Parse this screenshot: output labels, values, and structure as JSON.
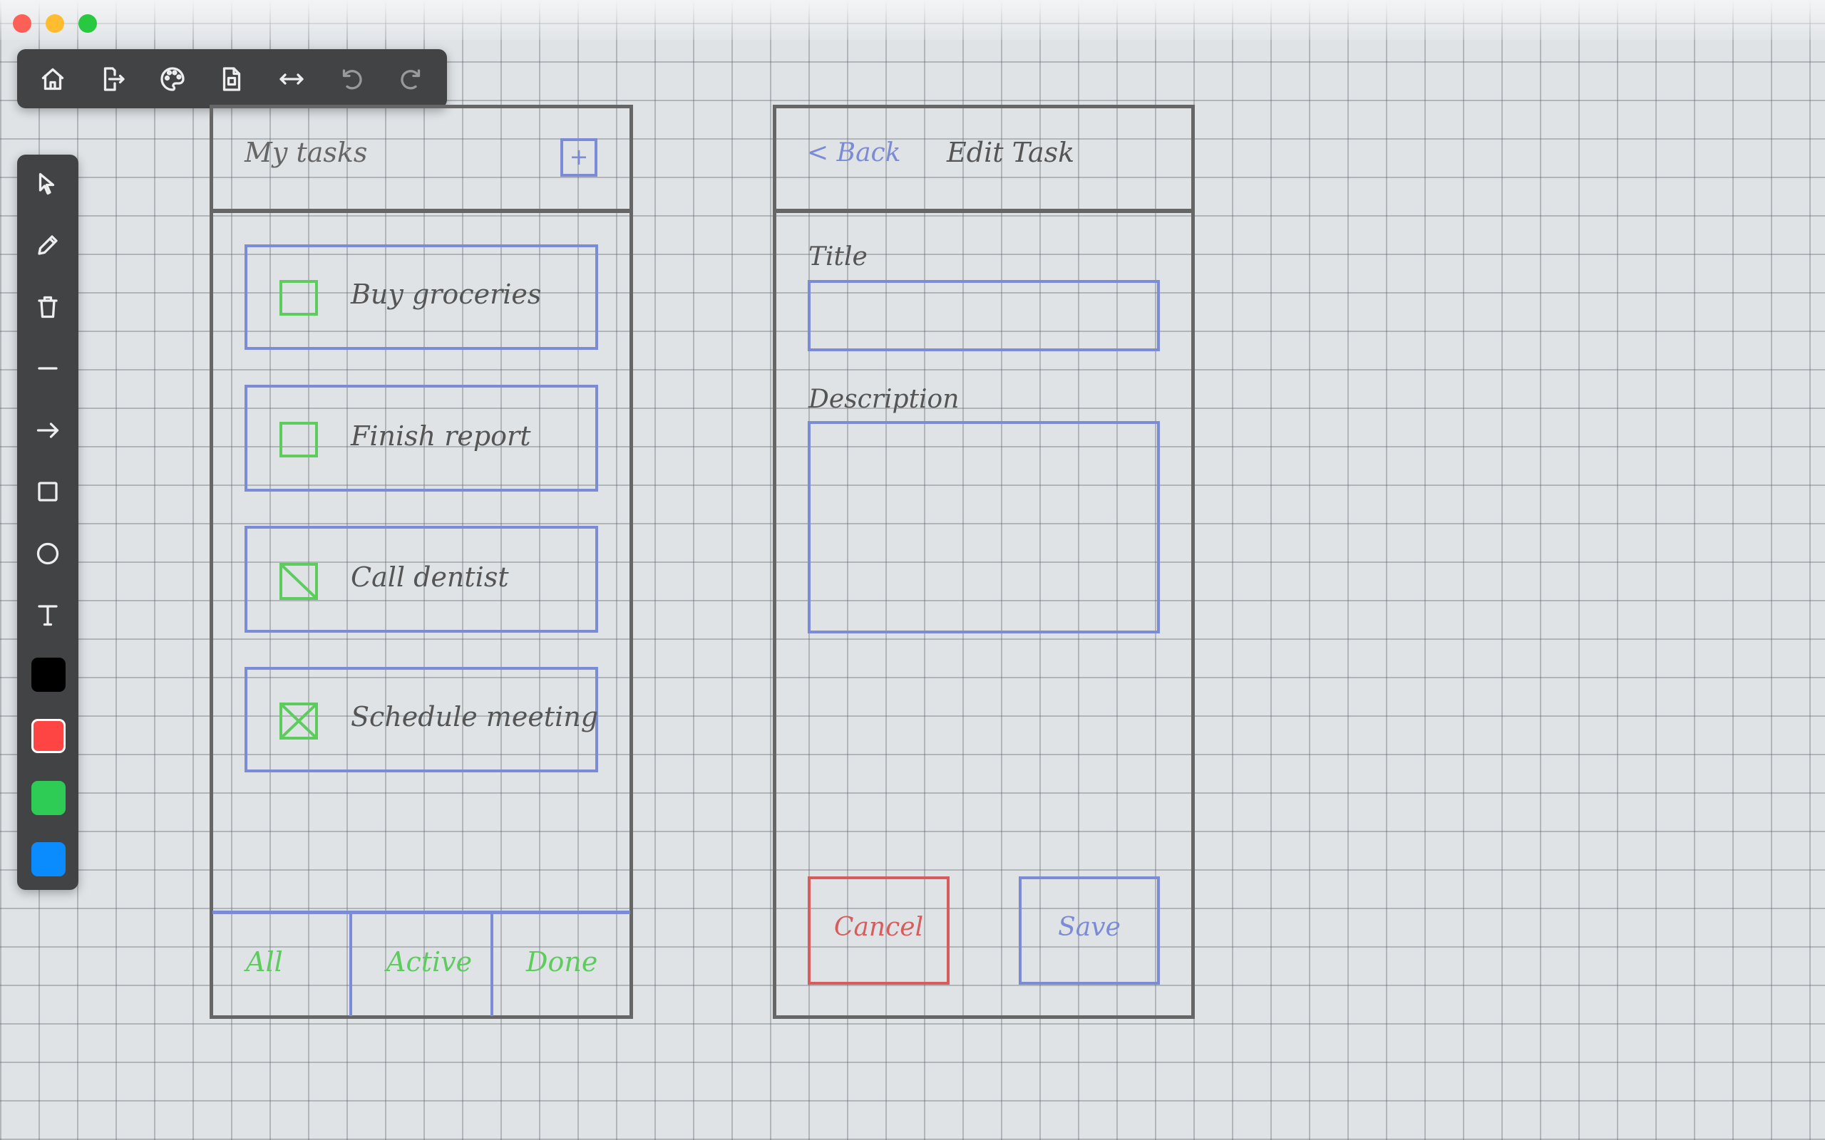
{
  "window": {
    "controls": [
      "close",
      "minimize",
      "maximize"
    ]
  },
  "toolbar": {
    "items": [
      {
        "icon": "home-icon"
      },
      {
        "icon": "export-icon"
      },
      {
        "icon": "palette-icon"
      },
      {
        "icon": "page-icon"
      },
      {
        "icon": "resize-horizontal-icon"
      },
      {
        "icon": "undo-icon"
      },
      {
        "icon": "redo-icon"
      }
    ]
  },
  "tools": {
    "items": [
      "select",
      "pencil",
      "delete",
      "line",
      "arrow",
      "rectangle",
      "ellipse",
      "text"
    ],
    "colors": [
      "#000000",
      "#ff4444",
      "#2ecc55",
      "#0a8cff"
    ]
  },
  "list_screen": {
    "title": "My tasks",
    "add_label": "+",
    "tasks": [
      {
        "label": "Buy groceries",
        "state": "empty"
      },
      {
        "label": "Finish report",
        "state": "empty"
      },
      {
        "label": "Call dentist",
        "state": "partial"
      },
      {
        "label": "Schedule meeting",
        "state": "checked"
      }
    ],
    "tabs": [
      "All",
      "Active",
      "Done"
    ]
  },
  "edit_screen": {
    "back_label": "< Back",
    "title": "Edit Task",
    "title_field_label": "Title",
    "title_value": "",
    "description_label": "Description",
    "description_value": "",
    "cancel_label": "Cancel",
    "save_label": "Save"
  },
  "colors": {
    "frame": "#666666",
    "blue": "#7b8bd6",
    "green": "#5ccc5c",
    "red": "#d95c5c",
    "text": "#555555"
  }
}
